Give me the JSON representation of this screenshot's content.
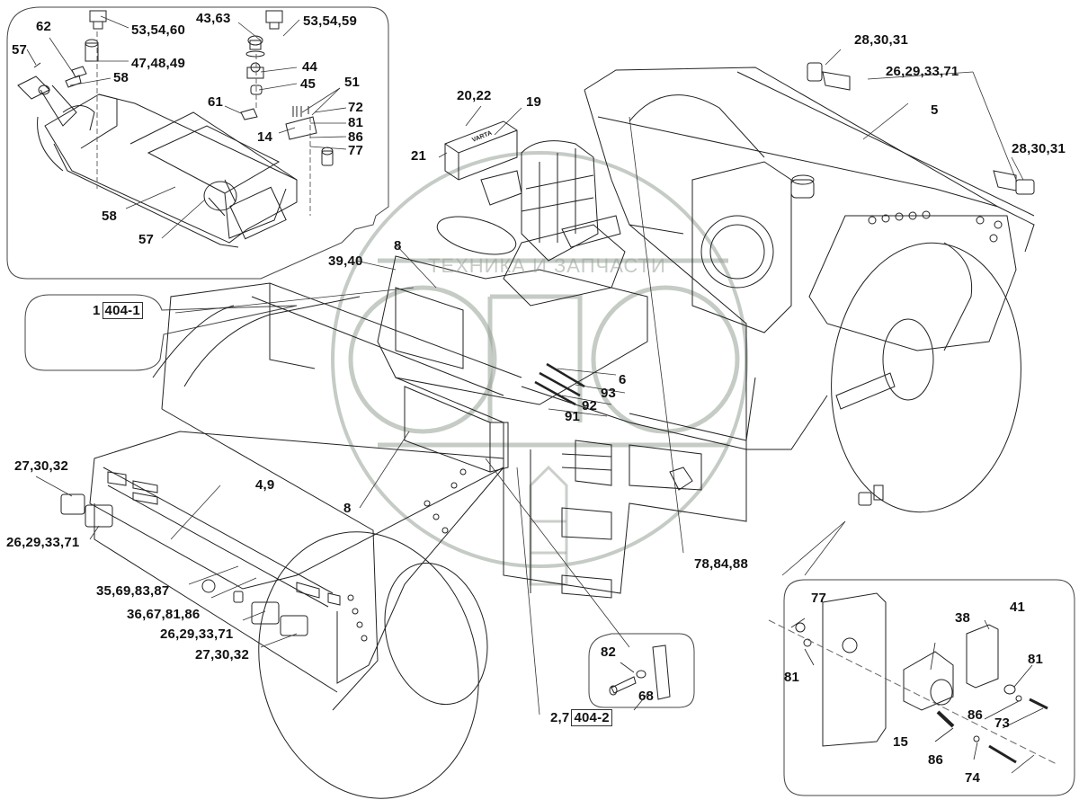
{
  "diagram": {
    "type": "exploded-parts-diagram",
    "subject": "Double-drum roller frame with operator cab, seat, battery, lights and control console",
    "watermark": {
      "logo_text": "СПЧ",
      "caption": "ТЕХНИКА И ЗАПЧАСТИ"
    },
    "battery_brand": "VARTA",
    "insets": [
      {
        "id": "console-inset",
        "description": "Control console with joystick and switches"
      },
      {
        "id": "plate-inset",
        "description": "Instrument plate",
        "callout": "1",
        "ref": "404-1"
      },
      {
        "id": "bolt-inset",
        "description": "Bolt and washer"
      },
      {
        "id": "sensor-inset",
        "description": "Sensor mounting assembly"
      }
    ],
    "callouts": {
      "console": [
        {
          "label": "62"
        },
        {
          "label": "57"
        },
        {
          "label": "53,54,60"
        },
        {
          "label": "47,48,49"
        },
        {
          "label": "58"
        },
        {
          "label": "43,63"
        },
        {
          "label": "53,54,59"
        },
        {
          "label": "44"
        },
        {
          "label": "45"
        },
        {
          "label": "51"
        },
        {
          "label": "61"
        },
        {
          "label": "72"
        },
        {
          "label": "81"
        },
        {
          "label": "14"
        },
        {
          "label": "86"
        },
        {
          "label": "77"
        },
        {
          "label": "58"
        },
        {
          "label": "57"
        }
      ],
      "plate": {
        "label": "1",
        "ref": "404-1"
      },
      "main": [
        {
          "label": "20,22"
        },
        {
          "label": "19"
        },
        {
          "label": "21"
        },
        {
          "label": "8"
        },
        {
          "label": "39,40"
        },
        {
          "label": "28,30,31"
        },
        {
          "label": "26,29,33,71"
        },
        {
          "label": "5"
        },
        {
          "label": "28,30,31"
        },
        {
          "label": "6"
        },
        {
          "label": "93"
        },
        {
          "label": "92"
        },
        {
          "label": "91"
        },
        {
          "label": "27,30,32"
        },
        {
          "label": "26,29,33,71"
        },
        {
          "label": "4,9"
        },
        {
          "label": "8"
        },
        {
          "label": "78,84,88"
        },
        {
          "label": "35,69,83,87"
        },
        {
          "label": "36,67,81,86"
        },
        {
          "label": "26,29,33,71"
        },
        {
          "label": "27,30,32"
        }
      ],
      "bolt": [
        {
          "label": "82"
        },
        {
          "label": "68"
        }
      ],
      "frame_ref": {
        "label": "2,7",
        "ref": "404-2"
      },
      "sensor": [
        {
          "label": "77"
        },
        {
          "label": "38"
        },
        {
          "label": "41"
        },
        {
          "label": "81"
        },
        {
          "label": "81"
        },
        {
          "label": "86"
        },
        {
          "label": "73"
        },
        {
          "label": "15"
        },
        {
          "label": "86"
        },
        {
          "label": "74"
        }
      ]
    }
  }
}
